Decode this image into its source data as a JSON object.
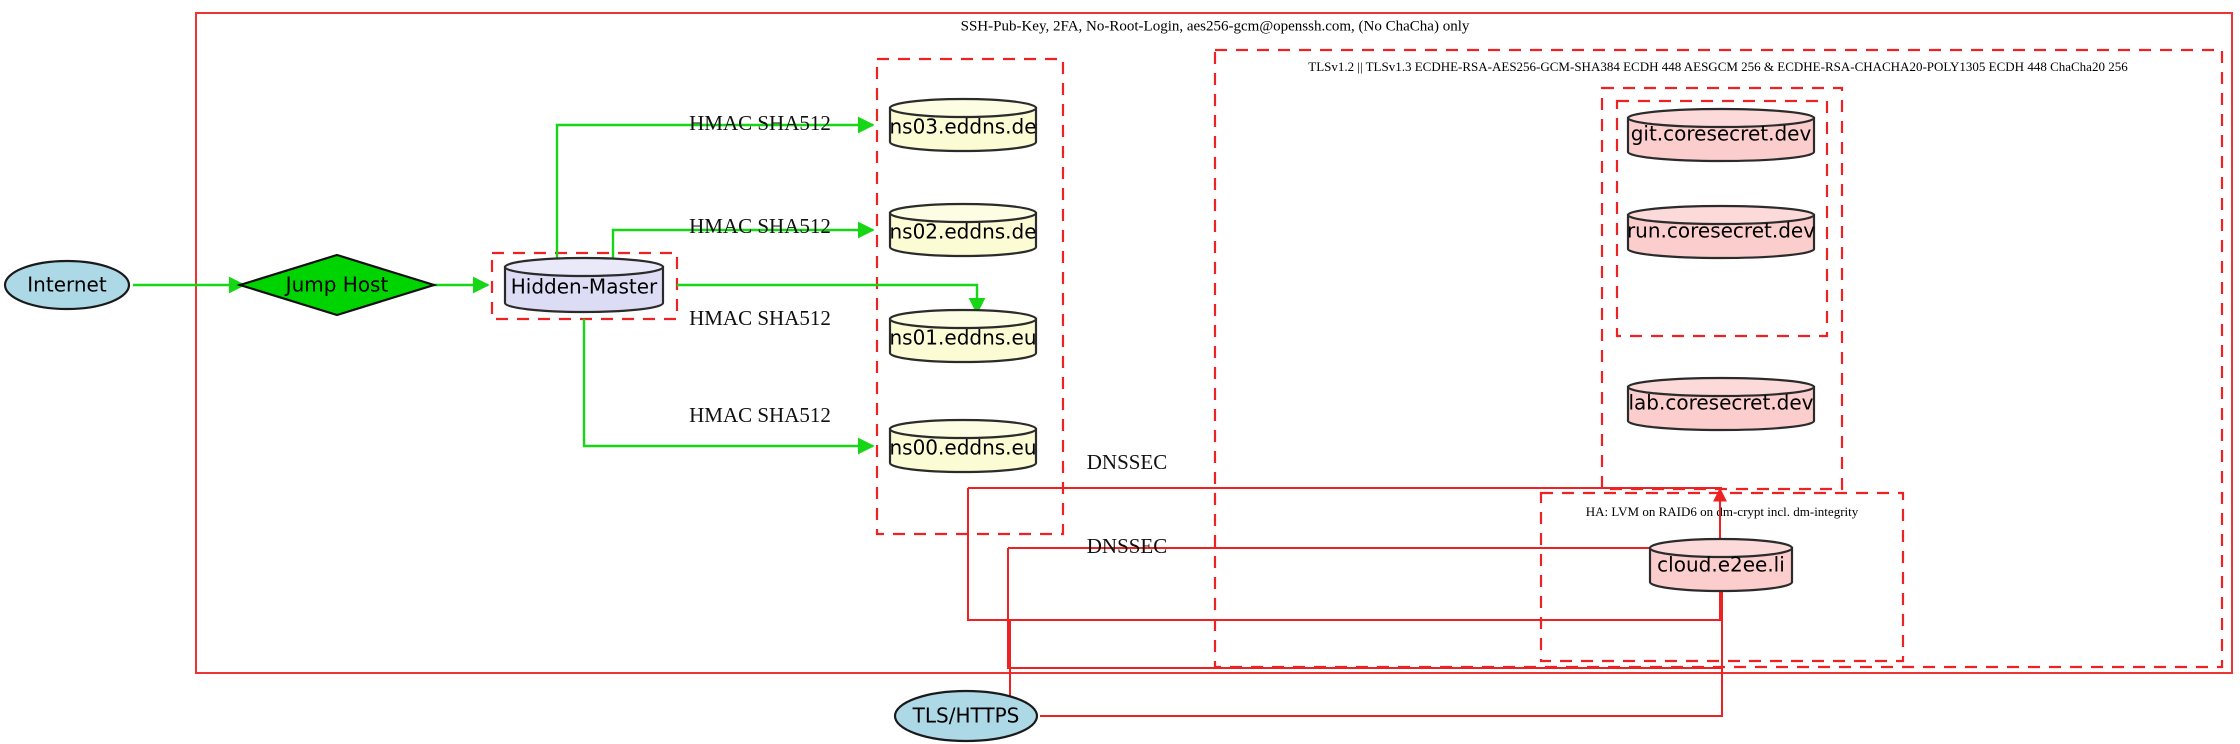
{
  "diagram": {
    "title_banner": "SSH-Pub-Key, 2FA, No-Root-Login, aes256-gcm@openssh.com, (No ChaCha) only",
    "clusters": [
      {
        "id": "tls",
        "label": "TLSv1.2 || TLSv1.3 ECDHE-RSA-AES256-GCM-SHA384 ECDH 448 AESGCM 256 & ECDHE-RSA-CHACHA20-POLY1305 ECDH 448 ChaCha20 256"
      },
      {
        "id": "ha",
        "label": "HA: LVM on RAID6 on dm-crypt incl. dm-integrity"
      }
    ],
    "nodes": {
      "internet": {
        "label": "Internet",
        "shape": "ellipse",
        "color": "#add8e6"
      },
      "jump_host": {
        "label": "Jump Host",
        "shape": "diamond",
        "color": "#00d400"
      },
      "hidden_master": {
        "label": "Hidden-Master",
        "shape": "cylinder",
        "color": "#dcdcf5"
      },
      "ns03": {
        "label": "ns03.eddns.de",
        "shape": "cylinder",
        "color": "#fbfbd4"
      },
      "ns02": {
        "label": "ns02.eddns.de",
        "shape": "cylinder",
        "color": "#fbfbd4"
      },
      "ns01": {
        "label": "ns01.eddns.eu",
        "shape": "cylinder",
        "color": "#fbfbd4"
      },
      "ns00": {
        "label": "ns00.eddns.eu",
        "shape": "cylinder",
        "color": "#fbfbd4"
      },
      "git": {
        "label": "git.coresecret.dev",
        "shape": "cylinder",
        "color": "#fbcdcd"
      },
      "run": {
        "label": "run.coresecret.dev",
        "shape": "cylinder",
        "color": "#fbcdcd"
      },
      "lab": {
        "label": "lab.coresecret.dev",
        "shape": "cylinder",
        "color": "#fbcdcd"
      },
      "cloud": {
        "label": "cloud.e2ee.li",
        "shape": "cylinder",
        "color": "#fbcdcd"
      },
      "tls_https": {
        "label": "TLS/HTTPS",
        "shape": "ellipse",
        "color": "#add8e6"
      }
    },
    "edge_labels": {
      "hmac_ns03": "HMAC SHA512",
      "hmac_ns02": "HMAC SHA512",
      "hmac_ns01": "HMAC SHA512",
      "hmac_ns00": "HMAC SHA512",
      "dnssec_1": "DNSSEC",
      "dnssec_2": "DNSSEC"
    },
    "colors": {
      "boundary_red": "#ee2222",
      "edge_green": "#16d616",
      "edge_red": "#ee2222",
      "dns_fill": "#fbfbd4",
      "service_fill": "#fbcdcd",
      "master_fill": "#dcdcf5",
      "cloud_fill": "#add8e6",
      "jump_fill": "#00d400"
    }
  }
}
